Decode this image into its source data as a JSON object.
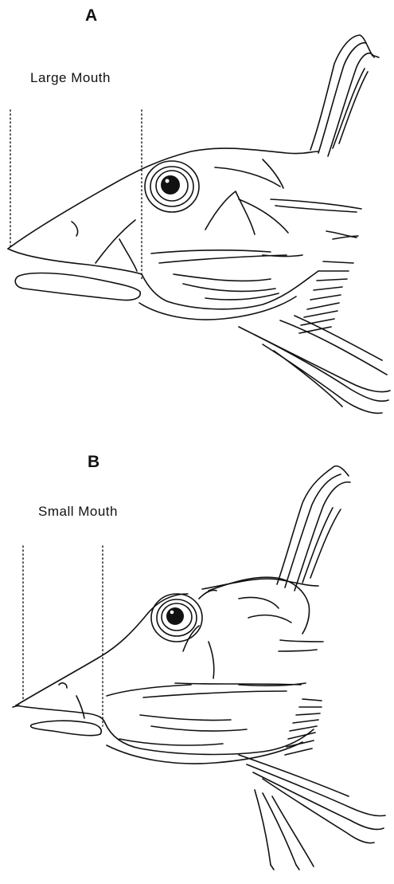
{
  "panels": [
    {
      "letter": "A",
      "caption": "Large Mouth"
    },
    {
      "letter": "B",
      "caption": "Small Mouth"
    }
  ]
}
